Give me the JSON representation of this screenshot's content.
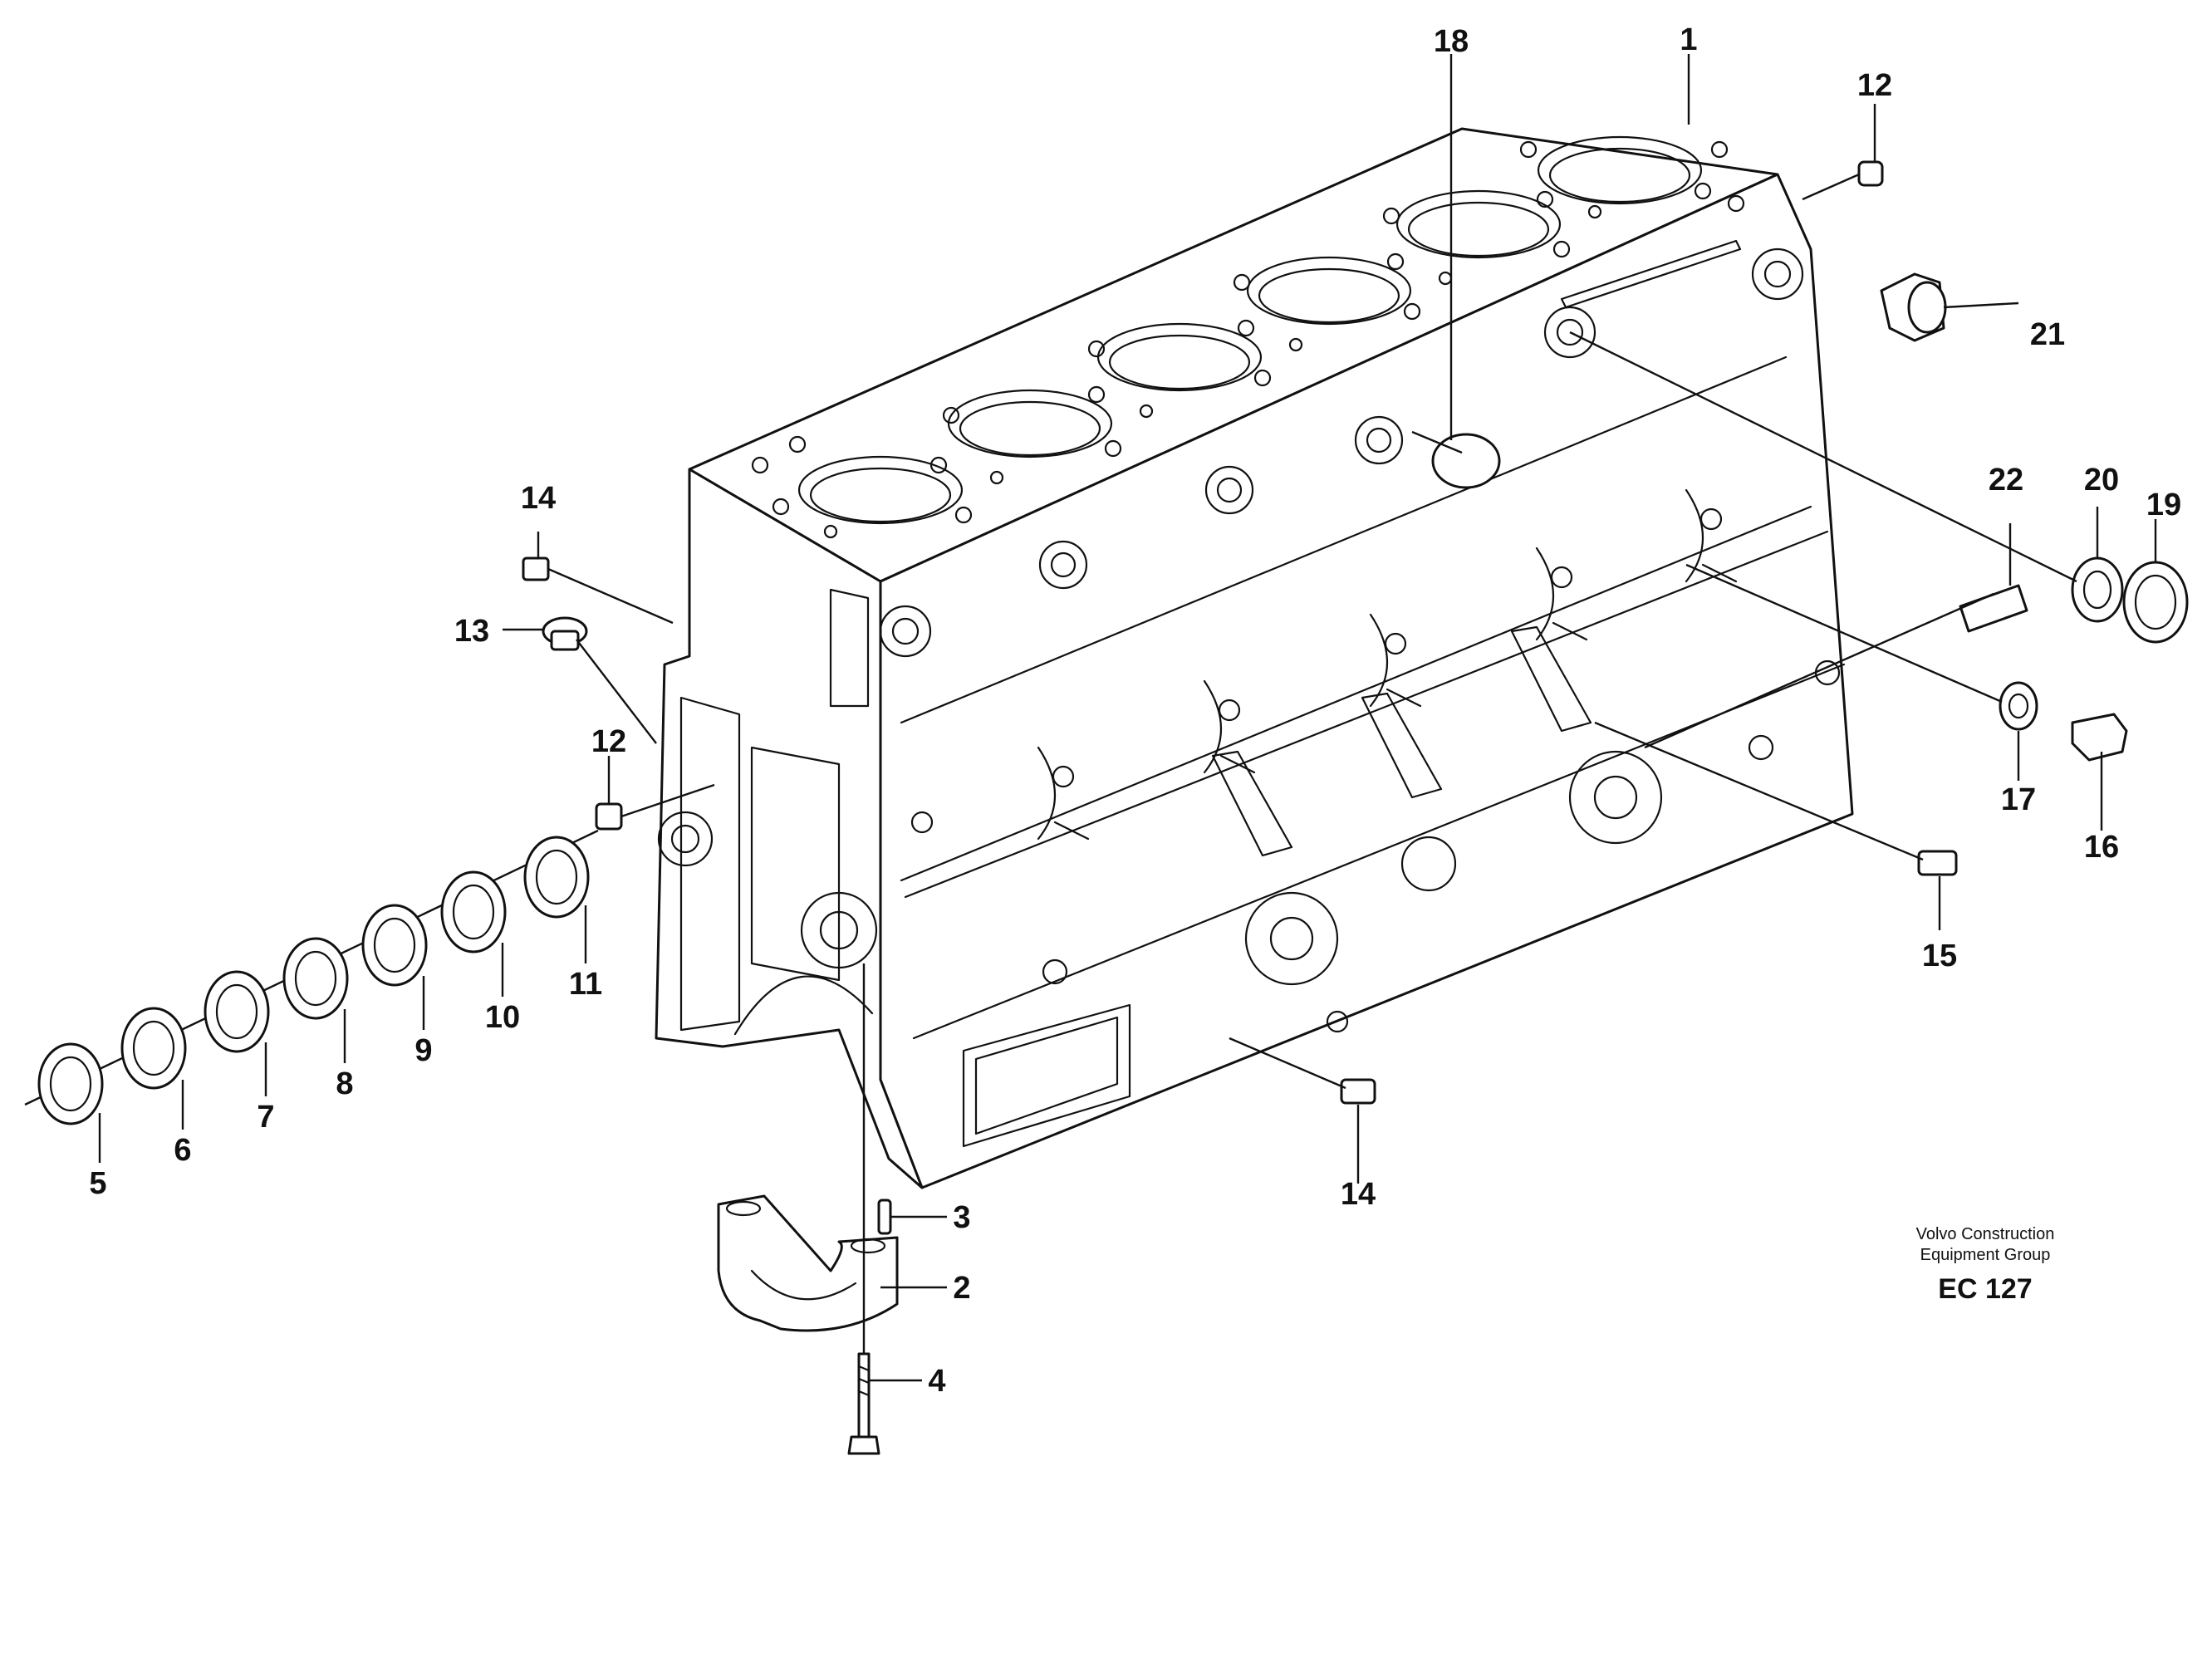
{
  "diagram": {
    "parts": {
      "p1": "1",
      "p2": "2",
      "p3": "3",
      "p4": "4",
      "p5": "5",
      "p6": "6",
      "p7": "7",
      "p8": "8",
      "p9": "9",
      "p10": "10",
      "p11": "11",
      "p12a": "12",
      "p12b": "12",
      "p13": "13",
      "p14a": "14",
      "p14b": "14",
      "p15": "15",
      "p16": "16",
      "p17": "17",
      "p18": "18",
      "p19": "19",
      "p20": "20",
      "p21": "21",
      "p22": "22"
    },
    "publisher_line1": "Volvo Construction",
    "publisher_line2": "Equipment Group",
    "code": "EC 127"
  }
}
